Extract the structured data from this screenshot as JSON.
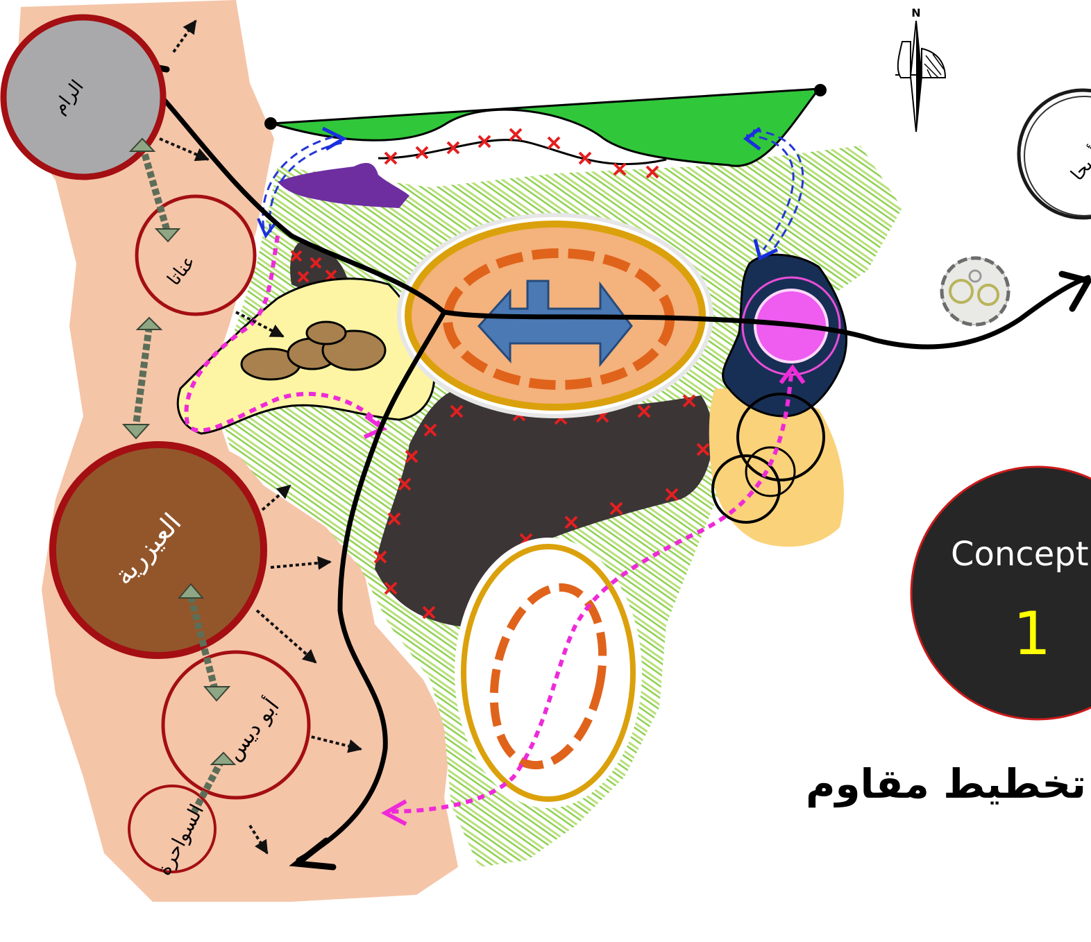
{
  "towns": {
    "al_ram": "الرام",
    "anata": "عناتا",
    "al_eizariya": "العيزرية",
    "abu_dis": "أبو ديس",
    "al_sawahra": "السواحرة",
    "jericho_partial": "أريحا"
  },
  "concept": {
    "label": "Concept",
    "number": "1"
  },
  "caption": "تخطيط مقاوم",
  "north_label": "N",
  "colors": {
    "urban_beige": "#f5c5a8",
    "town_ring": "#a30f12",
    "al_ram_fill": "#a9a9ab",
    "eizariya_fill": "#93562a",
    "green_strip": "#31c73a",
    "purple_area": "#6e2ea0",
    "yellow_area": "#fdf5a4",
    "dark_area": "#3b3536",
    "navy_area": "#182f55",
    "magenta": "#ee2ad8",
    "orange_site": "#f4b27c",
    "gold_ring": "#dba10c",
    "dashed_red": "#e41f20",
    "blue_arrow": "#3a7cbf",
    "concept_circle": "#262626",
    "concept_number": "#ffff00"
  }
}
